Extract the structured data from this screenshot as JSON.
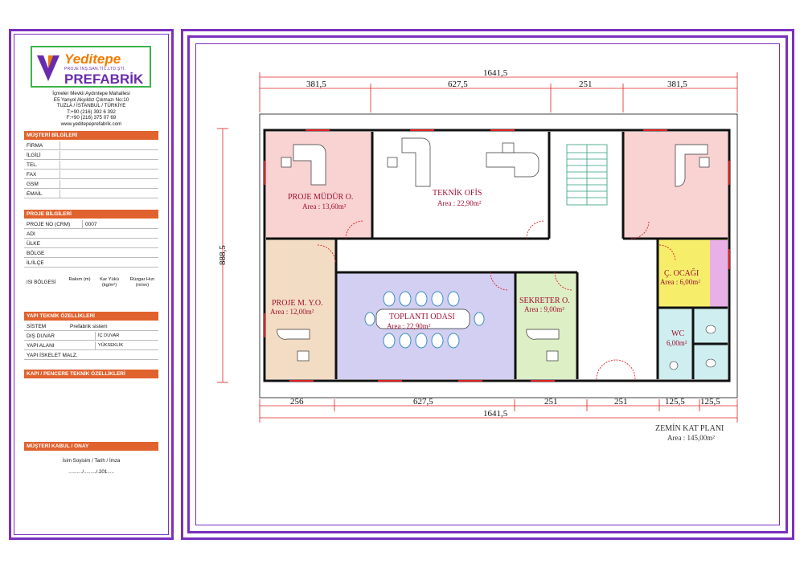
{
  "company": {
    "logo_line1": "Yeditepe",
    "logo_line2": "PROJE İNŞ.SAN.TİC.LTD.ŞTİ.",
    "logo_line3": "PREFABRİK",
    "address": [
      "İçmeler Mevkii Aydıntepe Mahallesi",
      "E5 Yanyol Akyıldız Çıkmazı No:10",
      "TUZLA / İSTANBUL / TÜRKİYE",
      "T:+90 (216) 392 6 392",
      "F:+90 (216) 375 07 69",
      "www.yeditepeprefabrik.com"
    ]
  },
  "customer": {
    "header": "MÜŞTERİ BİLGİLERİ",
    "fields": [
      "FİRMA",
      "İLGİLİ",
      "TEL.",
      "FAX",
      "GSM",
      "EMAİL"
    ]
  },
  "project": {
    "header": "PROJE BİLGİLERİ",
    "fields": [
      {
        "label": "PROJE NO (CRM)",
        "value": "0007"
      },
      {
        "label": "ADI",
        "value": ""
      },
      {
        "label": "ÜLKE",
        "value": ""
      },
      {
        "label": "BÖLGE",
        "value": ""
      },
      {
        "label": "İL/İLÇE",
        "value": ""
      }
    ],
    "isi_bolgesi": "ISI BÖLGESİ",
    "rakim": "Rakım (m)",
    "kar_yuku": "Kar Yükü (kg/m²)",
    "ruzgar": "Rüzgar Hızı (m/sn)"
  },
  "structure": {
    "header": "YAPI TEKNİK ÖZELLİKLERİ",
    "sistem_label": "SİSTEM",
    "sistem_value": "Prefabrik sistem",
    "dis_duvar": "DIŞ DUVAR",
    "ic_duvar": "İÇ DUVAR",
    "yapi_alani": "YAPI ALANI",
    "yukseklik": "YÜKSEKLİK",
    "iskelet": "YAPI İSKELET MALZ."
  },
  "door_window": {
    "header": "KAPI / PENCERE TEKNİK ÖZELLİKLERİ"
  },
  "approval": {
    "header": "MÜŞTERİ KABUL / ONAY",
    "sign_label": "İsim Soyisim / Tarih / İmza",
    "date_placeholder": "........../........./.201....."
  },
  "plan": {
    "title": "ZEMİN KAT PLANI",
    "area": "Area : 145,00m²",
    "dims_top": {
      "total": "1641,5",
      "a": "381,5",
      "b": "627,5",
      "c": "251",
      "d": "381,5"
    },
    "dims_bottom": {
      "a": "256",
      "b": "627,5",
      "c": "251",
      "d": "251",
      "e": "125,5",
      "f": "125,5",
      "total": "1641,5"
    },
    "dim_side": "888,5",
    "rooms": [
      {
        "name": "PROJE MÜDÜR O.",
        "area": "Area : 13,60m²"
      },
      {
        "name": "TEKNİK OFİS",
        "area": "Area : 22,90m²"
      },
      {
        "name": "PROJE M. Y.O.",
        "area": "Area : 12,00m²"
      },
      {
        "name": "TOPLANTI ODASI",
        "area": "Area : 22,90m²"
      },
      {
        "name": "SEKRETER O.",
        "area": "Area : 9,00m²"
      },
      {
        "name": "Ç. OCAĞI",
        "area": "Area : 6,00m²"
      },
      {
        "name": "WC",
        "area": "6,00m²"
      }
    ],
    "colors": {
      "pink": "#f9d2d2",
      "tan": "#f3dcc4",
      "lavender": "#d3cff2",
      "green": "#dcefc5",
      "yellow": "#f6ee6b",
      "cyan": "#cfeef0",
      "wall": "#111111",
      "door": "#e02020",
      "frame": "#7b2fbe"
    }
  }
}
